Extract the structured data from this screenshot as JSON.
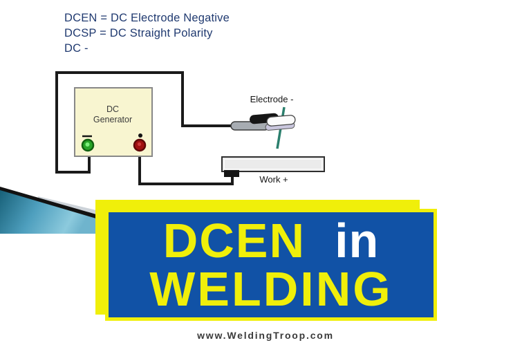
{
  "slide": {
    "definitions": {
      "line1": "DCEN = DC Electrode Negative",
      "line2": "DCSP = DC Straight Polarity",
      "line3": "DC -"
    },
    "circuit": {
      "generator_line1": "DC",
      "generator_line2": "Generator",
      "negative_terminal_symbol": "−",
      "positive_terminal_symbol": "•",
      "electrode_label": "Electrode -",
      "work_label": "Work +"
    },
    "banner": {
      "word1": "DCEN",
      "word2": "in",
      "line2": "WELDING"
    },
    "footer": "www.WeldingTroop.com",
    "colors": {
      "definitions_text": "#203a70",
      "banner_yellow": "#f0ef0a",
      "banner_blue": "#1152a6",
      "banner_in_word": "#ffffff",
      "wedge_teal_dark": "#1b6884",
      "wedge_teal_light": "#8ccadd",
      "generator_fill": "#f8f5d0",
      "terminal_negative_green": "#28a428",
      "terminal_positive_red": "#a01010",
      "electrode_rod_teal": "#2b7f6d",
      "wire_black": "#1a1a1a"
    }
  }
}
